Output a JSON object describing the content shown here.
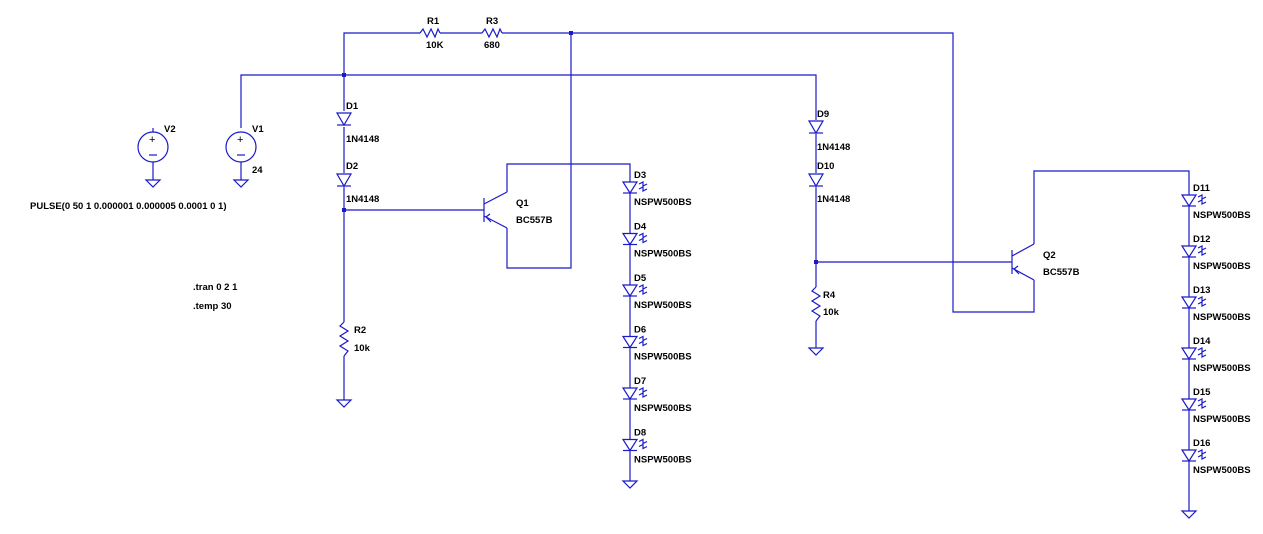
{
  "components": {
    "r1": {
      "name": "R1",
      "value": "10K"
    },
    "r3": {
      "name": "R3",
      "value": "680"
    },
    "r2": {
      "name": "R2",
      "value": "10k"
    },
    "r4": {
      "name": "R4",
      "value": "10k"
    },
    "v1": {
      "name": "V1",
      "value": "24"
    },
    "v2": {
      "name": "V2",
      "value": "PULSE(0 50 1 0.000001 0.000005 0.0001 0 1)"
    },
    "d1": {
      "name": "D1",
      "value": "1N4148"
    },
    "d2": {
      "name": "D2",
      "value": "1N4148"
    },
    "d9": {
      "name": "D9",
      "value": "1N4148"
    },
    "d10": {
      "name": "D10",
      "value": "1N4148"
    },
    "q1": {
      "name": "Q1",
      "value": "BC557B"
    },
    "q2": {
      "name": "Q2",
      "value": "BC557B"
    },
    "leds_left": [
      {
        "name": "D3",
        "value": "NSPW500BS"
      },
      {
        "name": "D4",
        "value": "NSPW500BS"
      },
      {
        "name": "D5",
        "value": "NSPW500BS"
      },
      {
        "name": "D6",
        "value": "NSPW500BS"
      },
      {
        "name": "D7",
        "value": "NSPW500BS"
      },
      {
        "name": "D8",
        "value": "NSPW500BS"
      }
    ],
    "leds_right": [
      {
        "name": "D11",
        "value": "NSPW500BS"
      },
      {
        "name": "D12",
        "value": "NSPW500BS"
      },
      {
        "name": "D13",
        "value": "NSPW500BS"
      },
      {
        "name": "D14",
        "value": "NSPW500BS"
      },
      {
        "name": "D15",
        "value": "NSPW500BS"
      },
      {
        "name": "D16",
        "value": "NSPW500BS"
      }
    ]
  },
  "directives": {
    "tran": ".tran 0 2 1",
    "temp": ".temp 30"
  },
  "colors": {
    "wire": "#1a1ac8",
    "text": "#000000",
    "background": "#ffffff"
  }
}
